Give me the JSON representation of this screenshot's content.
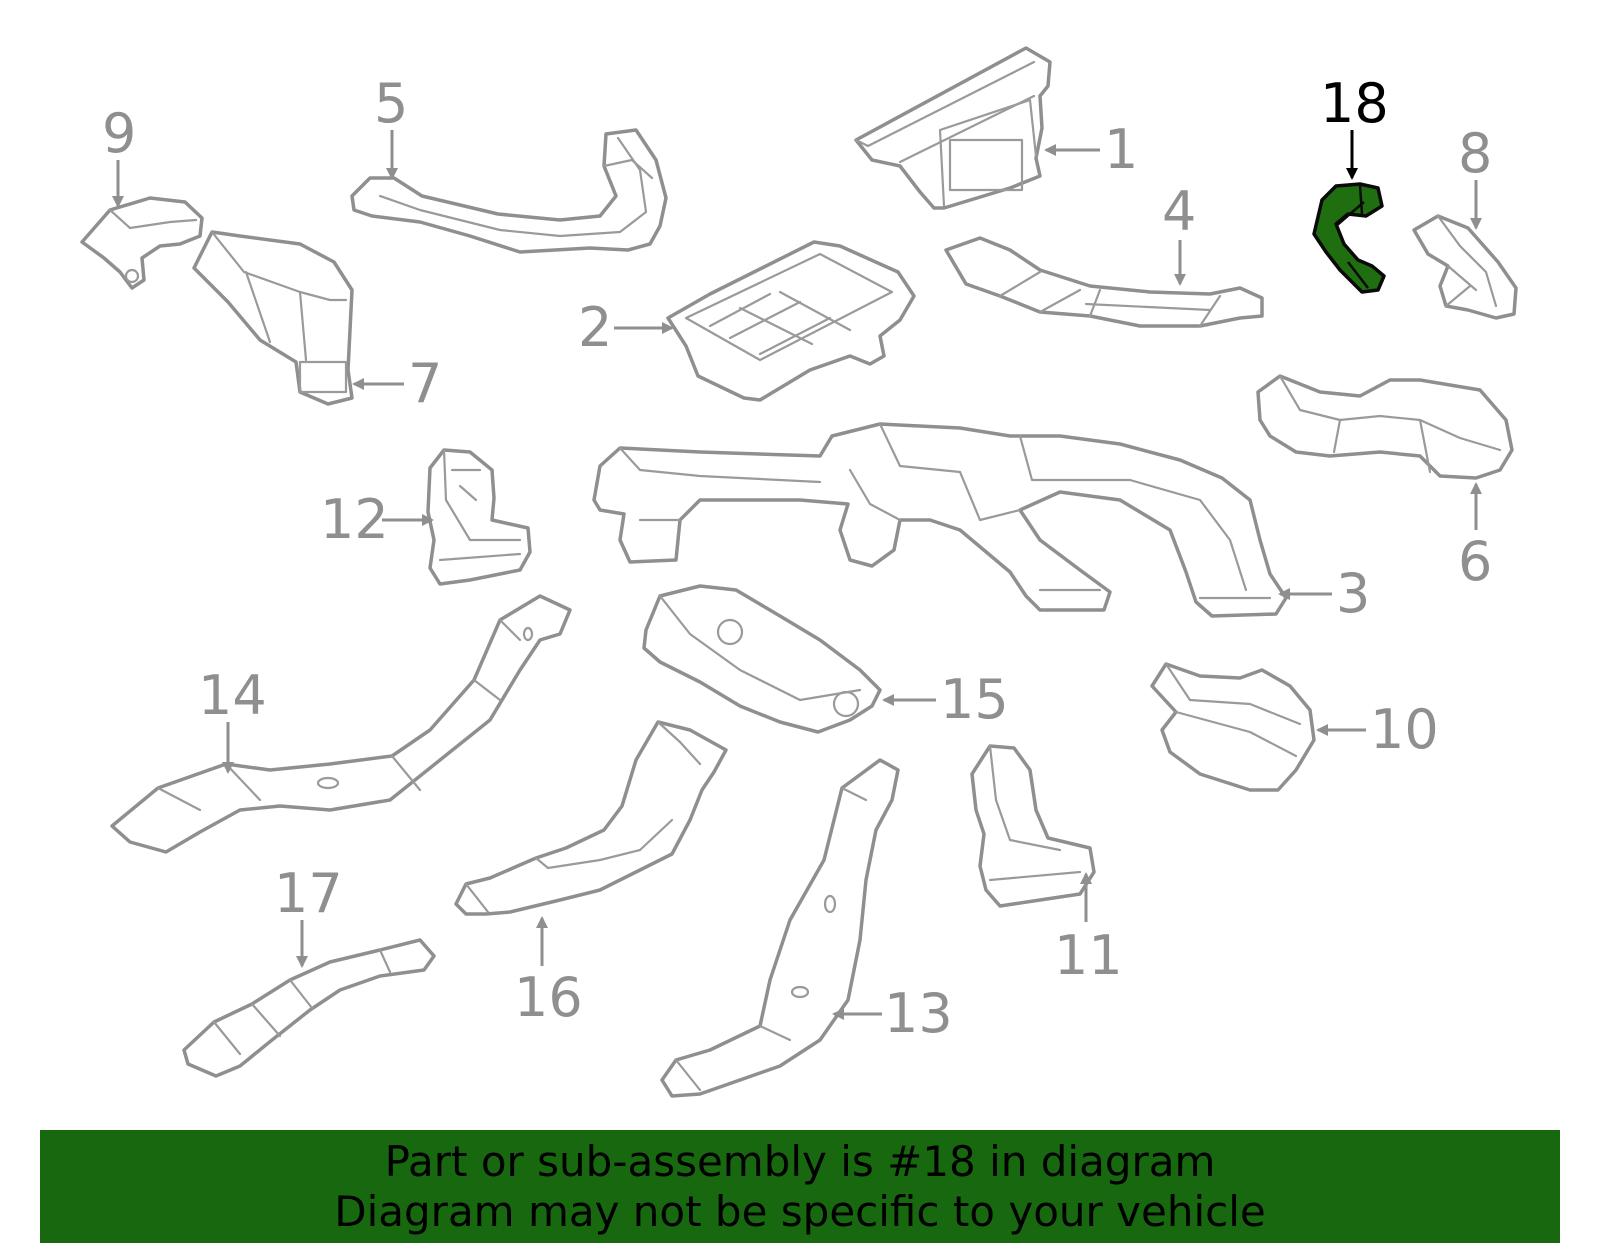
{
  "diagram": {
    "highlighted_part": "18",
    "colors": {
      "highlight_fill": "#1f6e0f",
      "part_stroke": "#8f8f8f",
      "banner_bg": "#17680e"
    },
    "callouts": [
      {
        "id": "c1",
        "label": "1"
      },
      {
        "id": "c2",
        "label": "2"
      },
      {
        "id": "c3",
        "label": "3"
      },
      {
        "id": "c4",
        "label": "4"
      },
      {
        "id": "c5",
        "label": "5"
      },
      {
        "id": "c6",
        "label": "6"
      },
      {
        "id": "c7",
        "label": "7"
      },
      {
        "id": "c8",
        "label": "8"
      },
      {
        "id": "c9",
        "label": "9"
      },
      {
        "id": "c10",
        "label": "10"
      },
      {
        "id": "c11",
        "label": "11"
      },
      {
        "id": "c12",
        "label": "12"
      },
      {
        "id": "c13",
        "label": "13"
      },
      {
        "id": "c14",
        "label": "14"
      },
      {
        "id": "c15",
        "label": "15"
      },
      {
        "id": "c16",
        "label": "16"
      },
      {
        "id": "c17",
        "label": "17"
      },
      {
        "id": "c18",
        "label": "18"
      }
    ]
  },
  "banner": {
    "line1": "Part or sub-assembly is #18 in diagram",
    "line2": "Diagram may not be specific to your vehicle"
  }
}
